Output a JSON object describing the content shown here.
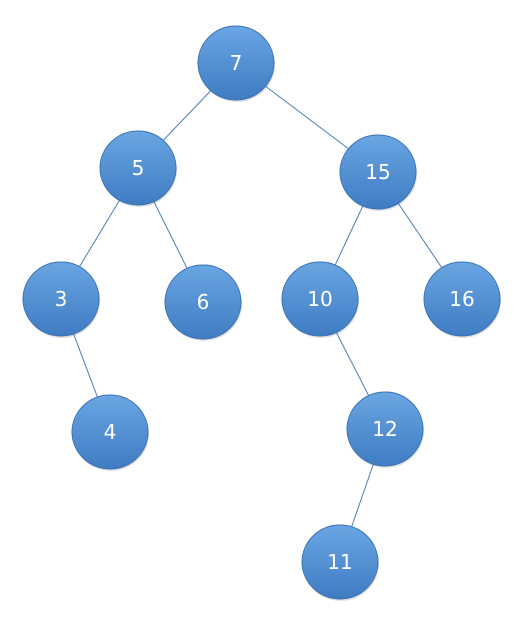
{
  "tree": {
    "nodes": [
      {
        "id": "n7",
        "label": "7"
      },
      {
        "id": "n5",
        "label": "5"
      },
      {
        "id": "n15",
        "label": "15"
      },
      {
        "id": "n3",
        "label": "3"
      },
      {
        "id": "n6",
        "label": "6"
      },
      {
        "id": "n10",
        "label": "10"
      },
      {
        "id": "n16",
        "label": "16"
      },
      {
        "id": "n4",
        "label": "4"
      },
      {
        "id": "n12",
        "label": "12"
      },
      {
        "id": "n11",
        "label": "11"
      }
    ],
    "edges": [
      {
        "from": "n7",
        "to": "n5"
      },
      {
        "from": "n7",
        "to": "n15"
      },
      {
        "from": "n5",
        "to": "n3"
      },
      {
        "from": "n5",
        "to": "n6"
      },
      {
        "from": "n15",
        "to": "n10"
      },
      {
        "from": "n15",
        "to": "n16"
      },
      {
        "from": "n3",
        "to": "n4"
      },
      {
        "from": "n10",
        "to": "n12"
      },
      {
        "from": "n12",
        "to": "n11"
      }
    ]
  },
  "style": {
    "node_fill_top": "#6aa6e3",
    "node_fill_bottom": "#3f7cc2",
    "node_stroke": "#3b73b3",
    "edge_color": "#4a7ebb",
    "label_color": "#ffffff"
  }
}
